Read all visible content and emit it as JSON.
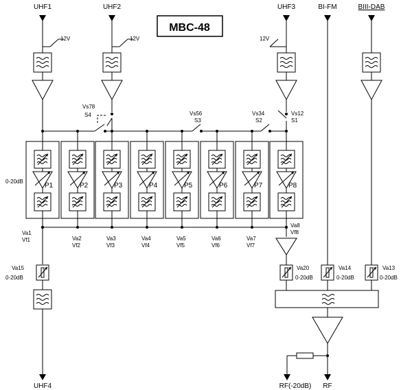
{
  "title": "MBC-48",
  "inputs": {
    "uhf1": "UHF1",
    "uhf2": "UHF2",
    "uhf3": "UHF3",
    "bifm": "BI-FM",
    "biiidab": "BIII-DAB"
  },
  "supply": "12V",
  "switches": {
    "s78": "Vs78",
    "s4": "S4",
    "s56": "Vs56",
    "s3": "S3",
    "s34": "Vs34",
    "s2": "S2",
    "s12": "Vs12",
    "s1": "S1"
  },
  "range_label": "0-20dB",
  "modules": [
    "P1",
    "P2",
    "P3",
    "P4",
    "P5",
    "P6",
    "P7",
    "P8"
  ],
  "va_labels": [
    "Va1",
    "Va2",
    "Va3",
    "Va4",
    "Va5",
    "Va6",
    "Va7",
    "Va8"
  ],
  "vf_labels": [
    "Vf1",
    "Vf2",
    "Vf3",
    "Vf4",
    "Vf5",
    "Vf6",
    "Vf7",
    "Vf8"
  ],
  "attenuators": {
    "va15": "Va15",
    "va20": "Va20",
    "va14": "Va14",
    "va13": "Va13"
  },
  "outputs": {
    "uhf4": "UHF4",
    "rf_low": "RF(-20dB)",
    "rf": "RF"
  }
}
